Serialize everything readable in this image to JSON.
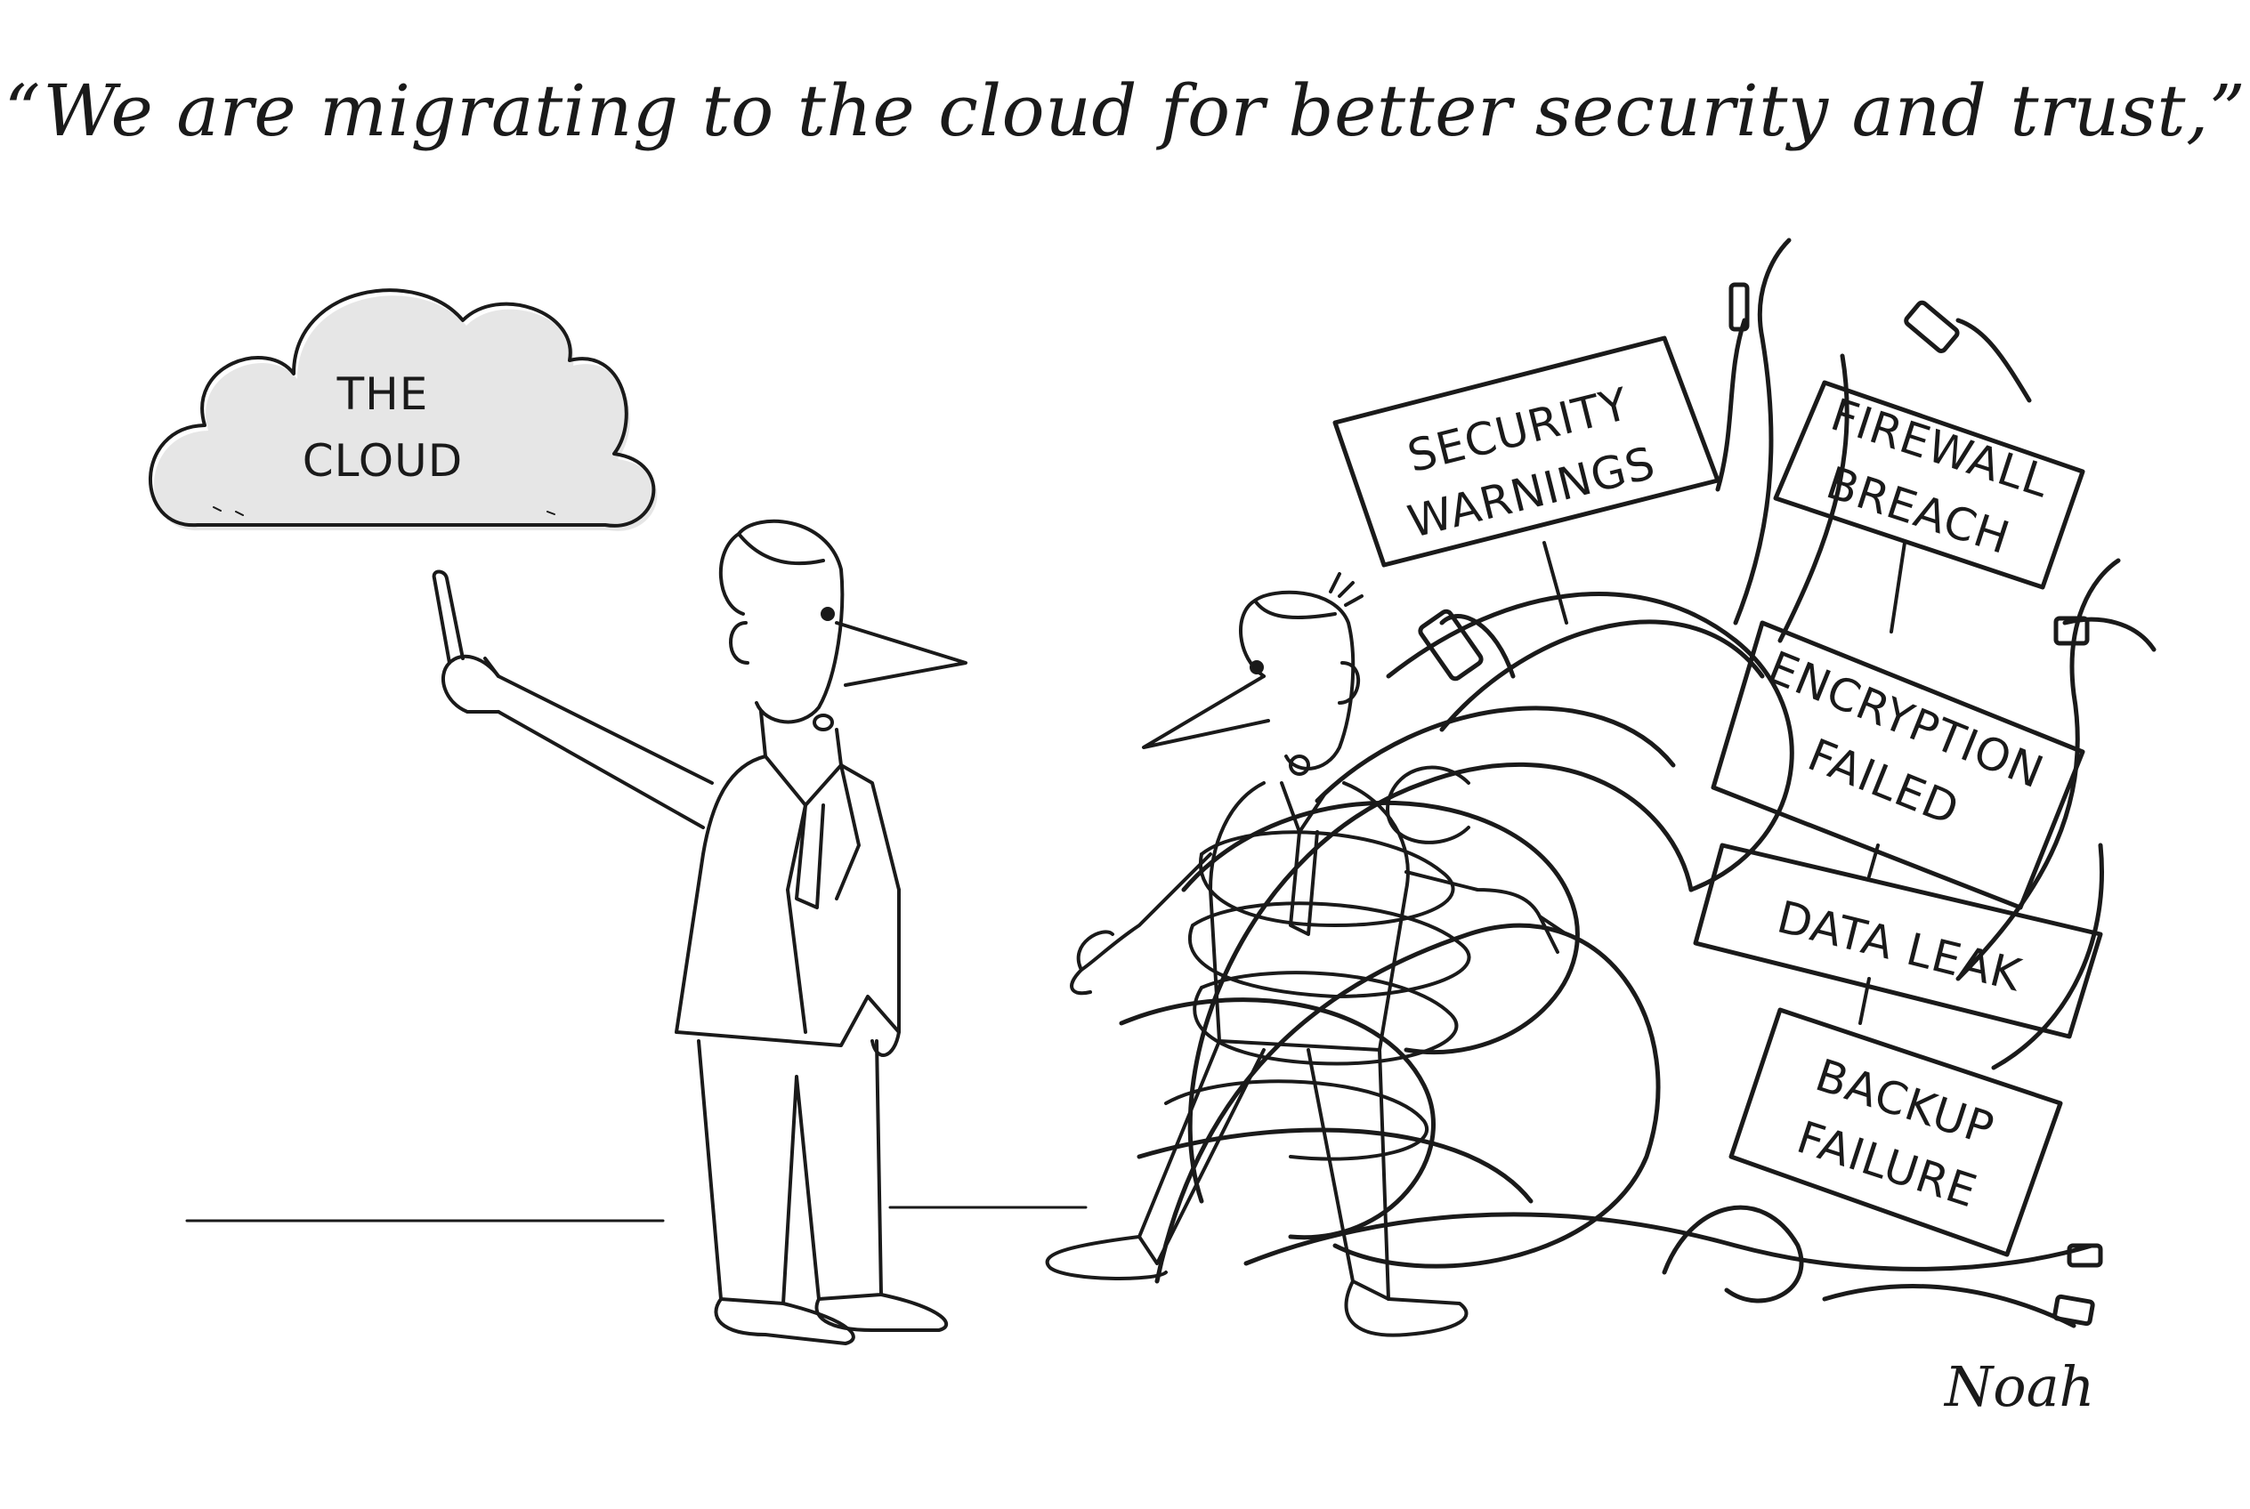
{
  "caption": "“We are migrating to the cloud for better security and trust,”",
  "cloud": {
    "line1": "THE",
    "line2": "CLOUD"
  },
  "signs": {
    "security_l1": "SECURITY",
    "security_l2": "WARNINGS",
    "firewall_l1": "FIREWALL",
    "firewall_l2": "BREACH",
    "encryption_l1": "ENCRYPTION",
    "encryption_l2": "FAILED",
    "dataleak_l1": "DATA LEAK",
    "backup_l1": "BACKUP",
    "backup_l2": "FAILURE"
  },
  "signature": "Noah",
  "colors": {
    "ink": "#1a1a1a",
    "paper": "#ffffff",
    "shade": "#d6d6d6"
  }
}
